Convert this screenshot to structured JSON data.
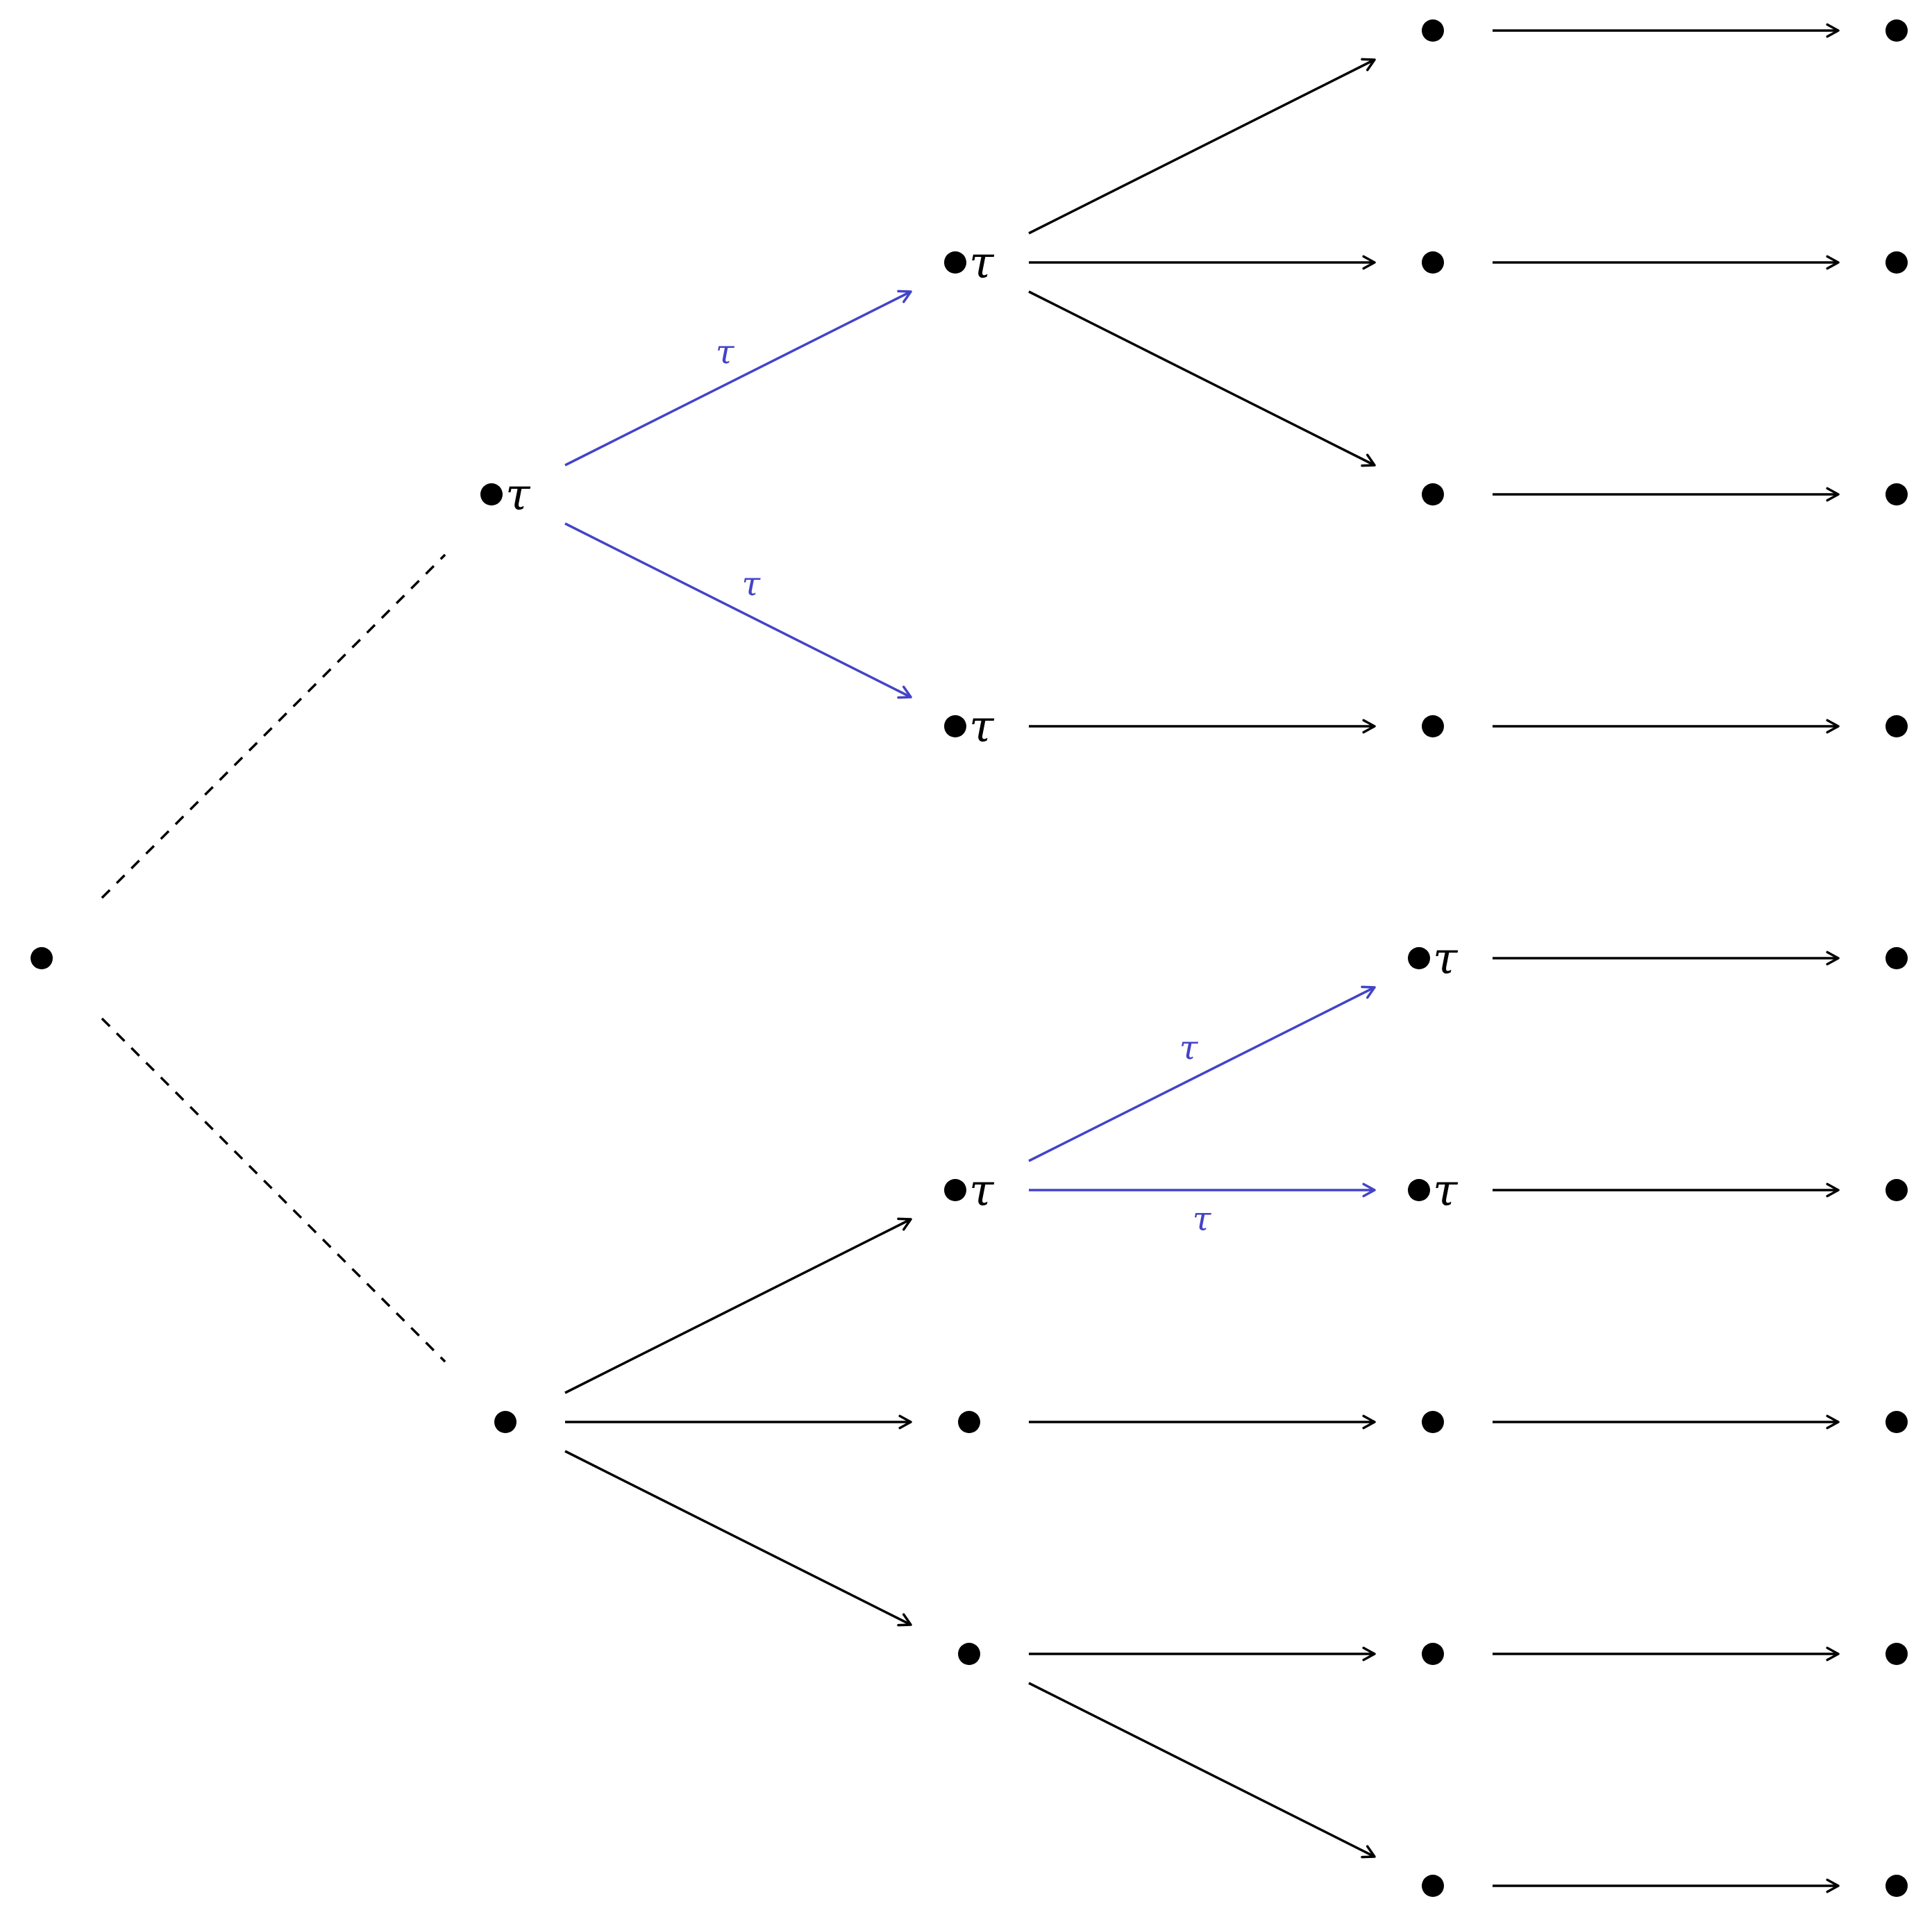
{
  "colors": {
    "default": "#000000",
    "tau": "#4343c8"
  },
  "nodes": [
    {
      "id": "root",
      "label": ""
    },
    {
      "id": "L1a",
      "label": "τ"
    },
    {
      "id": "L1b",
      "label": ""
    },
    {
      "id": "L2a",
      "label": "τ"
    },
    {
      "id": "L2b",
      "label": "τ"
    },
    {
      "id": "L2c",
      "label": "τ"
    },
    {
      "id": "L2d",
      "label": ""
    },
    {
      "id": "L2e",
      "label": ""
    },
    {
      "id": "L3a",
      "label": ""
    },
    {
      "id": "L3b",
      "label": ""
    },
    {
      "id": "L3c",
      "label": ""
    },
    {
      "id": "L3d",
      "label": ""
    },
    {
      "id": "L3e",
      "label": "τ"
    },
    {
      "id": "L3f",
      "label": "τ"
    },
    {
      "id": "L3g",
      "label": ""
    },
    {
      "id": "L3h",
      "label": ""
    },
    {
      "id": "L3i",
      "label": ""
    },
    {
      "id": "L4a",
      "label": ""
    },
    {
      "id": "L4b",
      "label": ""
    },
    {
      "id": "L4c",
      "label": ""
    },
    {
      "id": "L4d",
      "label": ""
    },
    {
      "id": "L4e",
      "label": ""
    },
    {
      "id": "L4f",
      "label": ""
    },
    {
      "id": "L4g",
      "label": ""
    },
    {
      "id": "L4h",
      "label": ""
    },
    {
      "id": "L4i",
      "label": ""
    }
  ],
  "edges": [
    {
      "from": "root",
      "to": "L1a",
      "style": "dashed",
      "color": "default",
      "label": ""
    },
    {
      "from": "root",
      "to": "L1b",
      "style": "dashed",
      "color": "default",
      "label": ""
    },
    {
      "from": "L1a",
      "to": "L2a",
      "style": "arrow",
      "color": "tau",
      "label": "τ",
      "labelSide": "above"
    },
    {
      "from": "L1a",
      "to": "L2b",
      "style": "arrow",
      "color": "tau",
      "label": "τ",
      "labelSide": "above"
    },
    {
      "from": "L1b",
      "to": "L2c",
      "style": "arrow",
      "color": "default",
      "label": ""
    },
    {
      "from": "L1b",
      "to": "L2d",
      "style": "arrow",
      "color": "default",
      "label": ""
    },
    {
      "from": "L1b",
      "to": "L2e",
      "style": "arrow",
      "color": "default",
      "label": ""
    },
    {
      "from": "L2a",
      "to": "L3a",
      "style": "arrow",
      "color": "default",
      "label": ""
    },
    {
      "from": "L2a",
      "to": "L3b",
      "style": "arrow",
      "color": "default",
      "label": ""
    },
    {
      "from": "L2a",
      "to": "L3c",
      "style": "arrow",
      "color": "default",
      "label": ""
    },
    {
      "from": "L2b",
      "to": "L3d",
      "style": "arrow",
      "color": "default",
      "label": ""
    },
    {
      "from": "L2c",
      "to": "L3e",
      "style": "arrow",
      "color": "tau",
      "label": "τ",
      "labelSide": "above"
    },
    {
      "from": "L2c",
      "to": "L3f",
      "style": "arrow",
      "color": "tau",
      "label": "τ",
      "labelSide": "below"
    },
    {
      "from": "L2d",
      "to": "L3g",
      "style": "arrow",
      "color": "default",
      "label": ""
    },
    {
      "from": "L2e",
      "to": "L3h",
      "style": "arrow",
      "color": "default",
      "label": ""
    },
    {
      "from": "L2e",
      "to": "L3i",
      "style": "arrow",
      "color": "default",
      "label": ""
    },
    {
      "from": "L3a",
      "to": "L4a",
      "style": "arrow",
      "color": "default",
      "label": ""
    },
    {
      "from": "L3b",
      "to": "L4b",
      "style": "arrow",
      "color": "default",
      "label": ""
    },
    {
      "from": "L3c",
      "to": "L4c",
      "style": "arrow",
      "color": "default",
      "label": ""
    },
    {
      "from": "L3d",
      "to": "L4d",
      "style": "arrow",
      "color": "default",
      "label": ""
    },
    {
      "from": "L3e",
      "to": "L4e",
      "style": "arrow",
      "color": "default",
      "label": ""
    },
    {
      "from": "L3f",
      "to": "L4f",
      "style": "arrow",
      "color": "default",
      "label": ""
    },
    {
      "from": "L3g",
      "to": "L4g",
      "style": "arrow",
      "color": "default",
      "label": ""
    },
    {
      "from": "L3h",
      "to": "L4h",
      "style": "arrow",
      "color": "default",
      "label": ""
    },
    {
      "from": "L3i",
      "to": "L4i",
      "style": "arrow",
      "color": "default",
      "label": ""
    }
  ]
}
